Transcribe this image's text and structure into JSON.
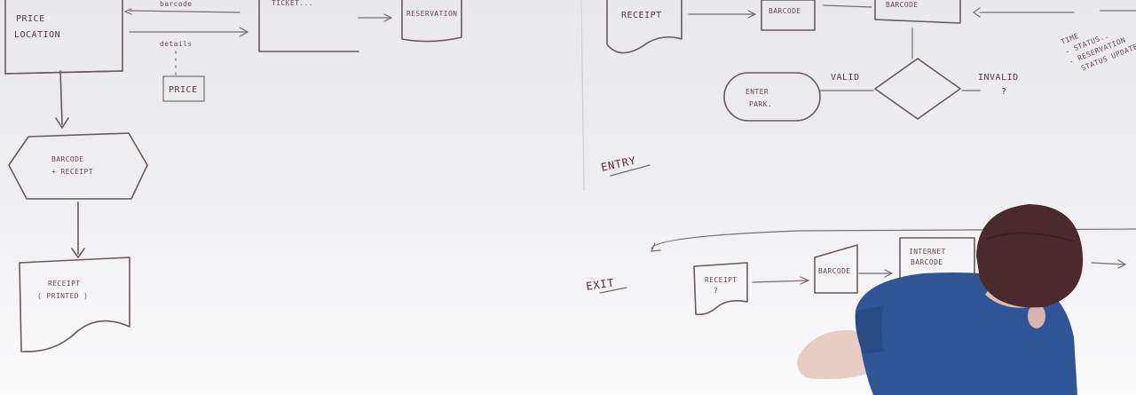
{
  "whiteboard": {
    "price_location": [
      "PRICE",
      "LOCATION"
    ],
    "barcode_top": "barcode",
    "details": "details",
    "price": "PRICE",
    "ticket": "TICKET...",
    "reservation": "RESERVATION",
    "barcode_receipt": [
      "BARCODE",
      "+ RECEIPT"
    ],
    "receipt_printed": [
      "RECEIPT",
      "( PRINTED )"
    ],
    "receipt_top": "RECEIPT",
    "barcode_mid": "BARCODE",
    "barcode_right": "BARCODE",
    "enter_park": [
      "ENTER",
      "PARK."
    ],
    "valid": "VALID",
    "invalid": [
      "INVALID",
      "?"
    ],
    "time_notes": [
      "TIME",
      "- STATUS..",
      "- RESERVATION",
      "STATUS UPDATE"
    ],
    "entry": "ENTRY",
    "exit": "EXIT",
    "receipt_exit": [
      "RECEIPT",
      "?"
    ],
    "barcode_exit": "BARCODE",
    "internet_barcode": [
      "INTERNET",
      "BARCODE"
    ]
  },
  "colors": {
    "ink": "#6a5a5c",
    "text_ink": "#5a3a3e",
    "shirt": "#2f5596",
    "beanie": "#4a2a2c",
    "skin": "#e6ccc2"
  }
}
